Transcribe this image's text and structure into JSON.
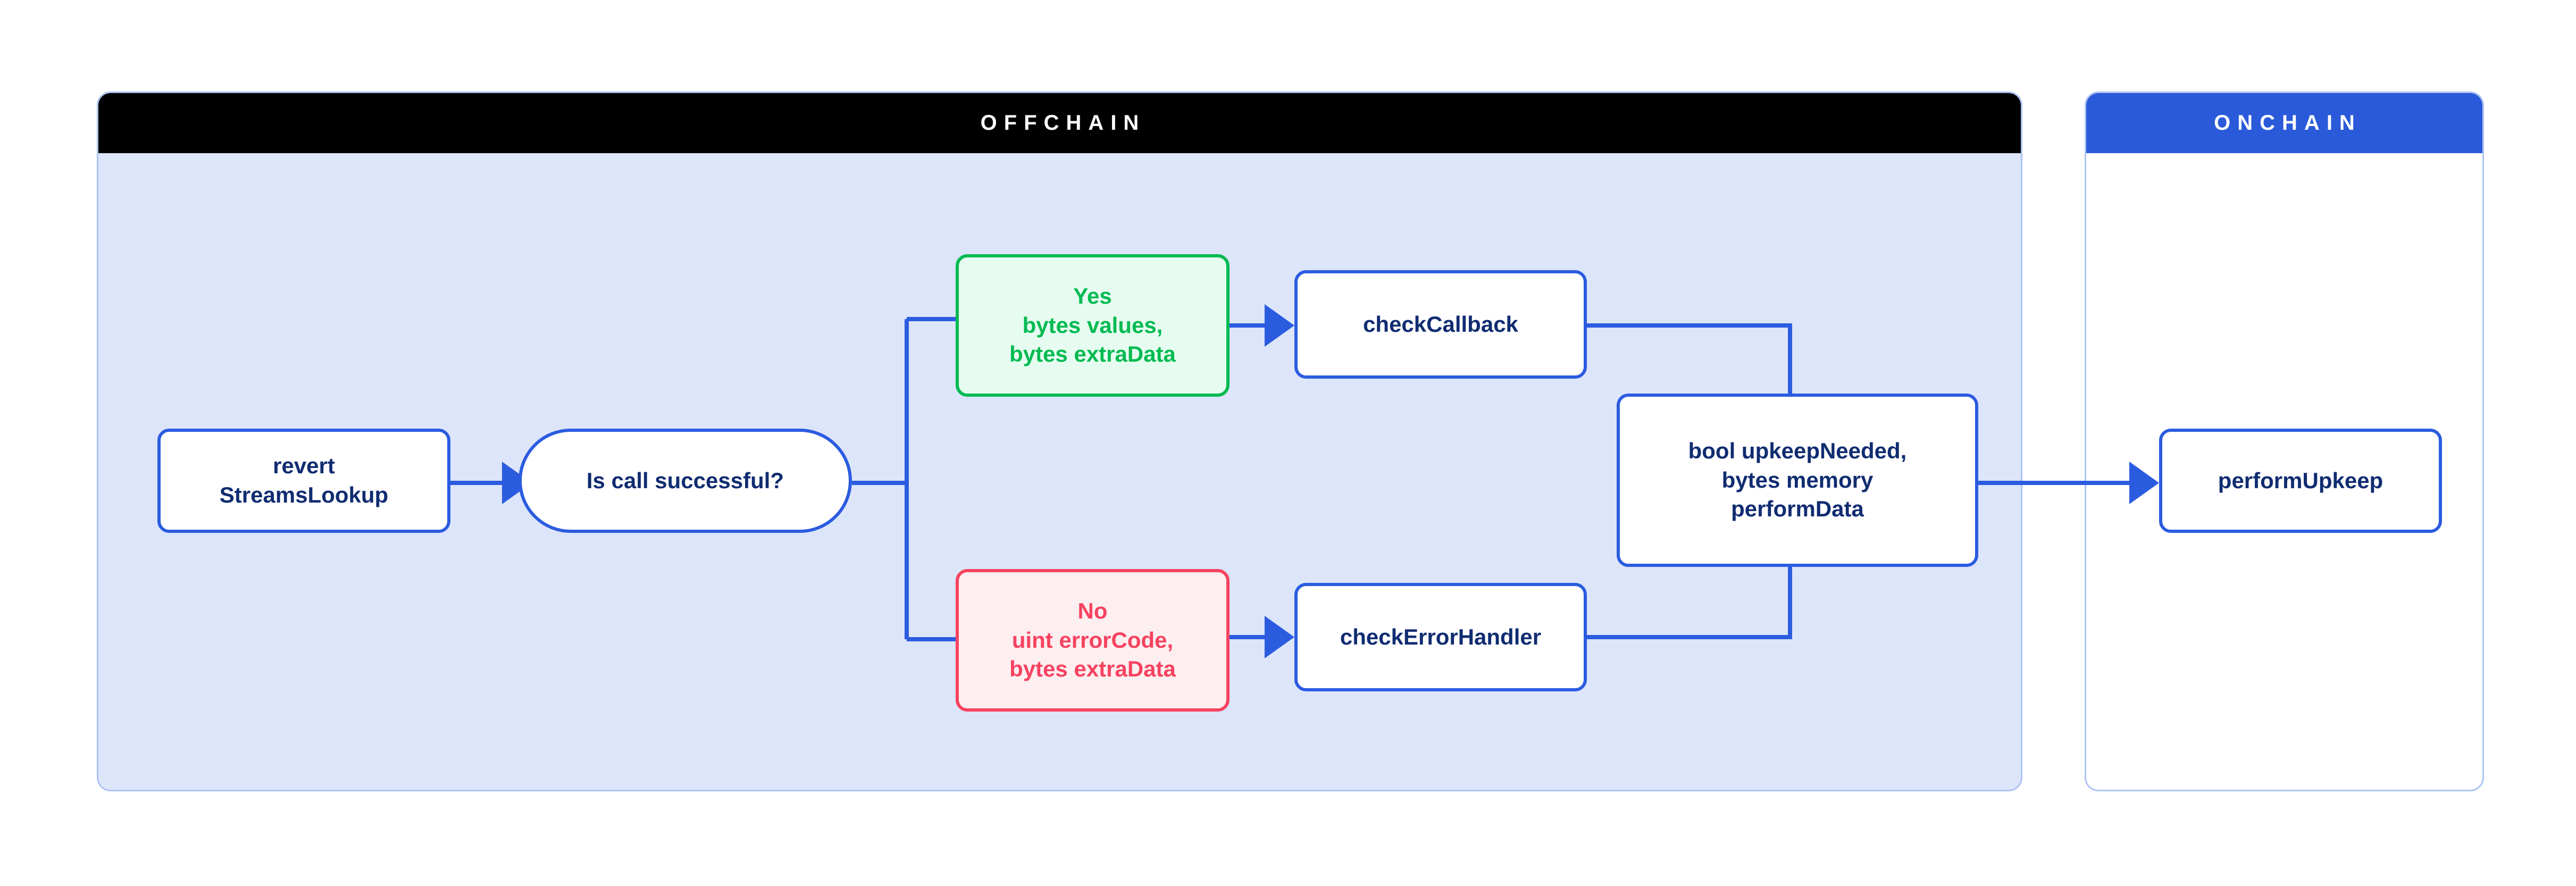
{
  "diagram": {
    "title_offchain": "OFFCHAIN",
    "title_onchain": "ONCHAIN",
    "colors": {
      "panel_offchain_bg": "#DCE5FA",
      "panel_border": "#AEC3F5",
      "header_offchain_bg": "#000000",
      "header_onchain_bg": "#2A5AD9",
      "node_blue_border": "#2B5CE0",
      "node_blue_text": "#102C71",
      "node_green_border": "#00BA51",
      "node_green_bg": "#E6FCF0",
      "node_red_border": "#F7425F",
      "node_red_bg": "#FDEEF0",
      "connector": "#2B5CE0"
    }
  },
  "nodes": {
    "revert": "revert\nStreamsLookup",
    "decision": "Is call successful?",
    "yes_branch": "Yes\nbytes values,\nbytes extraData",
    "no_branch": "No\nuint errorCode,\nbytes extraData",
    "check_callback": "checkCallback",
    "check_error_handler": "checkErrorHandler",
    "upkeep_needed": "bool upkeepNeeded,\nbytes memory\nperformData",
    "perform_upkeep": "performUpkeep"
  },
  "edges": [
    {
      "from": "revert",
      "to": "decision",
      "arrow": true
    },
    {
      "from": "decision",
      "to": "yes_branch",
      "arrow": false
    },
    {
      "from": "decision",
      "to": "no_branch",
      "arrow": false
    },
    {
      "from": "yes_branch",
      "to": "check_callback",
      "arrow": true
    },
    {
      "from": "no_branch",
      "to": "check_error_handler",
      "arrow": true
    },
    {
      "from": "check_callback",
      "to": "upkeep_needed",
      "arrow": false
    },
    {
      "from": "check_error_handler",
      "to": "upkeep_needed",
      "arrow": false
    },
    {
      "from": "upkeep_needed",
      "to": "perform_upkeep",
      "arrow": true
    }
  ]
}
